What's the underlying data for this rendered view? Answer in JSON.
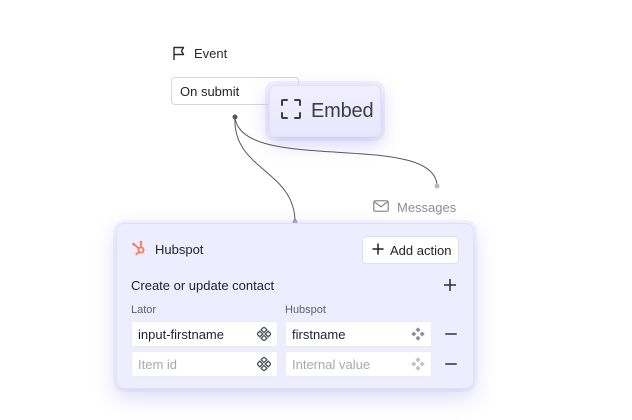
{
  "event": {
    "label": "Event",
    "icon": "flag-icon",
    "selected_value": "On submit"
  },
  "embed": {
    "label": "Embed",
    "icon": "expand-frame-icon"
  },
  "messages": {
    "label": "Messages",
    "icon": "mail-icon"
  },
  "hubspot_card": {
    "title": "Hubspot",
    "icon": "hubspot-logo-icon",
    "brand_color": "#ff7a59",
    "add_action_label": "Add action",
    "section_title": "Create or update contact",
    "columns": [
      "Lator",
      "Hubspot"
    ],
    "rows": [
      {
        "lator_value": "input-firstname",
        "lator_placeholder": "",
        "hubspot_value": "firstname",
        "hubspot_placeholder": ""
      },
      {
        "lator_value": "",
        "lator_placeholder": "Item id",
        "hubspot_value": "",
        "hubspot_placeholder": "Internal value"
      }
    ]
  },
  "colors": {
    "card_background": "#eeedff",
    "connector": "#6b6d75"
  }
}
